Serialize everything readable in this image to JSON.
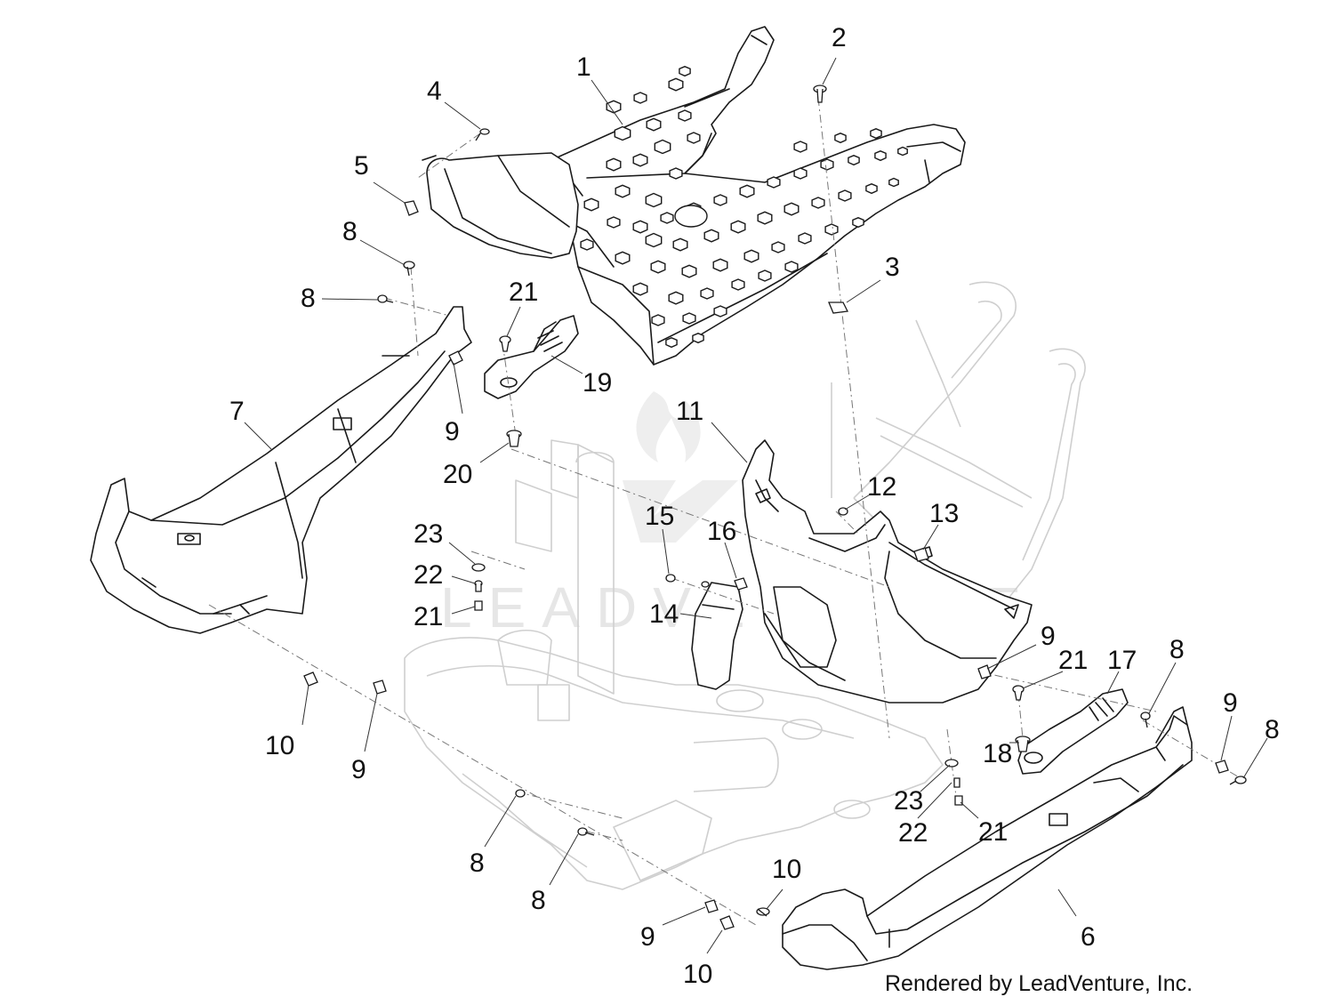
{
  "credit": "Rendered by LeadVenture, Inc.",
  "watermark": "LEADVENTURE",
  "callouts": [
    {
      "id": "c1",
      "label": "1"
    },
    {
      "id": "c2",
      "label": "2"
    },
    {
      "id": "c3",
      "label": "3"
    },
    {
      "id": "c4",
      "label": "4"
    },
    {
      "id": "c5",
      "label": "5"
    },
    {
      "id": "c6",
      "label": "6"
    },
    {
      "id": "c7",
      "label": "7"
    },
    {
      "id": "c8a",
      "label": "8"
    },
    {
      "id": "c8b",
      "label": "8"
    },
    {
      "id": "c8c",
      "label": "8"
    },
    {
      "id": "c8d",
      "label": "8"
    },
    {
      "id": "c8e",
      "label": "8"
    },
    {
      "id": "c8f",
      "label": "8"
    },
    {
      "id": "c9a",
      "label": "9"
    },
    {
      "id": "c9b",
      "label": "9"
    },
    {
      "id": "c9c",
      "label": "9"
    },
    {
      "id": "c9d",
      "label": "9"
    },
    {
      "id": "c9e",
      "label": "9"
    },
    {
      "id": "c10a",
      "label": "10"
    },
    {
      "id": "c10b",
      "label": "10"
    },
    {
      "id": "c10c",
      "label": "10"
    },
    {
      "id": "c11",
      "label": "11"
    },
    {
      "id": "c12",
      "label": "12"
    },
    {
      "id": "c13",
      "label": "13"
    },
    {
      "id": "c14",
      "label": "14"
    },
    {
      "id": "c15",
      "label": "15"
    },
    {
      "id": "c16",
      "label": "16"
    },
    {
      "id": "c17",
      "label": "17"
    },
    {
      "id": "c18",
      "label": "18"
    },
    {
      "id": "c19",
      "label": "19"
    },
    {
      "id": "c20",
      "label": "20"
    },
    {
      "id": "c21a",
      "label": "21"
    },
    {
      "id": "c21b",
      "label": "21"
    },
    {
      "id": "c21c",
      "label": "21"
    },
    {
      "id": "c21d",
      "label": "21"
    },
    {
      "id": "c22a",
      "label": "22"
    },
    {
      "id": "c22b",
      "label": "22"
    },
    {
      "id": "c23a",
      "label": "23"
    },
    {
      "id": "c23b",
      "label": "23"
    }
  ]
}
